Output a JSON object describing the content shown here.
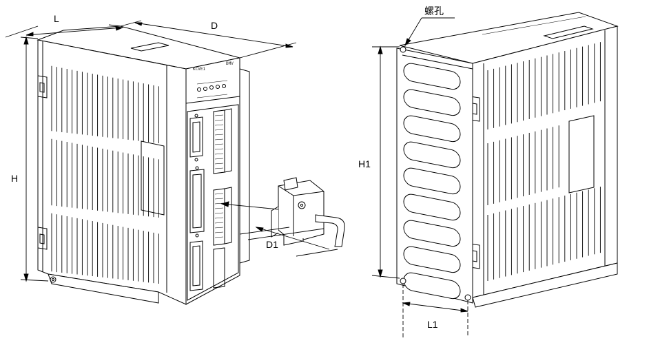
{
  "labels": {
    "width": "L",
    "depth": "D",
    "height": "H",
    "connector_depth": "D1",
    "mount_height": "H1",
    "mount_width": "L1",
    "screw_hole": "螺孔"
  },
  "device": {
    "brand": "KCVE1",
    "model_mark": "DMV"
  },
  "colors": {
    "line": "#000000",
    "background": "#ffffff",
    "panel": "#ffffff",
    "shade": "#cccccc"
  }
}
